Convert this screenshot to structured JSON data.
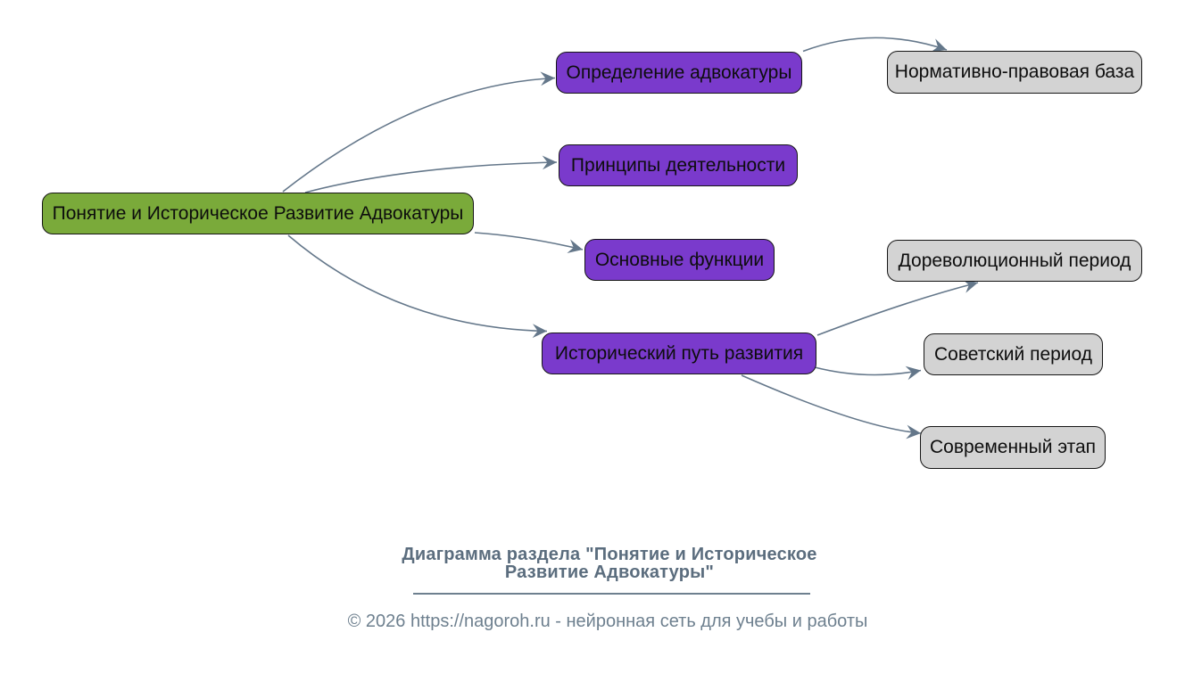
{
  "diagram": {
    "root": {
      "id": "root",
      "label": "Понятие и Историческое Развитие Адвокатуры"
    },
    "branches": [
      {
        "id": "opredelenie",
        "label": "Определение адвокатуры",
        "children": [
          {
            "id": "normativnaya",
            "label": "Нормативно-правовая база"
          }
        ]
      },
      {
        "id": "printsipy",
        "label": "Принципы деятельности",
        "children": []
      },
      {
        "id": "osnovnye",
        "label": "Основные функции",
        "children": []
      },
      {
        "id": "istoricheskiy",
        "label": "Исторический путь развития",
        "children": [
          {
            "id": "dorevolyutsionnyy",
            "label": "Дореволюционный период"
          },
          {
            "id": "sovetskiy",
            "label": "Советский период"
          },
          {
            "id": "sovremennyy",
            "label": "Современный этап"
          }
        ]
      }
    ]
  },
  "caption": {
    "title": "Диаграмма раздела \"Понятие и Историческое Развитие Адвокатуры\"",
    "footer": "© 2026 https://nagoroh.ru - нейронная сеть для учебы и работы"
  },
  "colors": {
    "background": "#ffffff",
    "root_fill": "#7aaa3a",
    "level1_fill": "#7a3acc",
    "level2_fill": "#d3d3d3",
    "node_border": "#151515",
    "node_text": "#0d0d0d",
    "edge": "#64778a",
    "title_text": "#5b6d7e",
    "footer_text": "#6e808f"
  }
}
